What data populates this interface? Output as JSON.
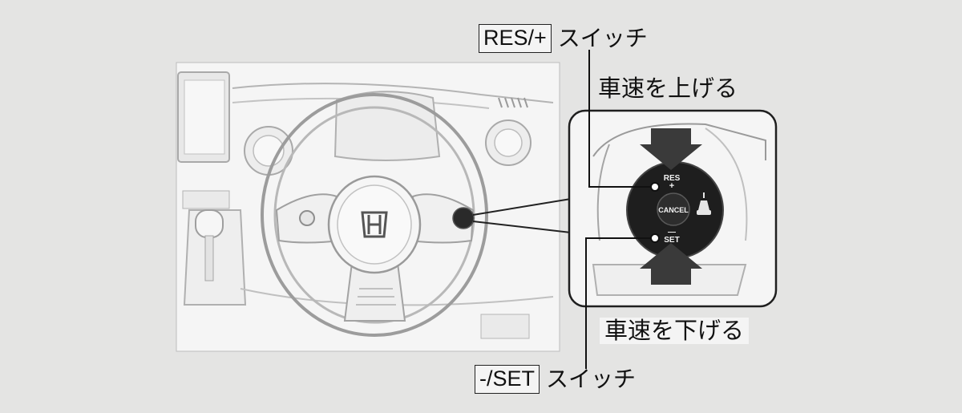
{
  "labels": {
    "res_switch_name": "RES/+",
    "set_switch_name": "-/SET",
    "switch_suffix": "スイッチ",
    "speed_up": "車速を上げる",
    "speed_down": "車速を下げる"
  },
  "button_legends": {
    "res": "RES",
    "plus": "+",
    "cancel": "CANCEL",
    "minus": "—",
    "set": "SET"
  },
  "colors": {
    "background": "#e4e4e3",
    "illustration": "#f5f5f5",
    "button_cluster": "#1e1e1e",
    "arrow": "#3a3a3a",
    "line": "#222222"
  },
  "icons": [
    "steering-wheel",
    "honda-logo",
    "cruise-control-icon",
    "up-arrow-icon",
    "down-arrow-icon"
  ]
}
